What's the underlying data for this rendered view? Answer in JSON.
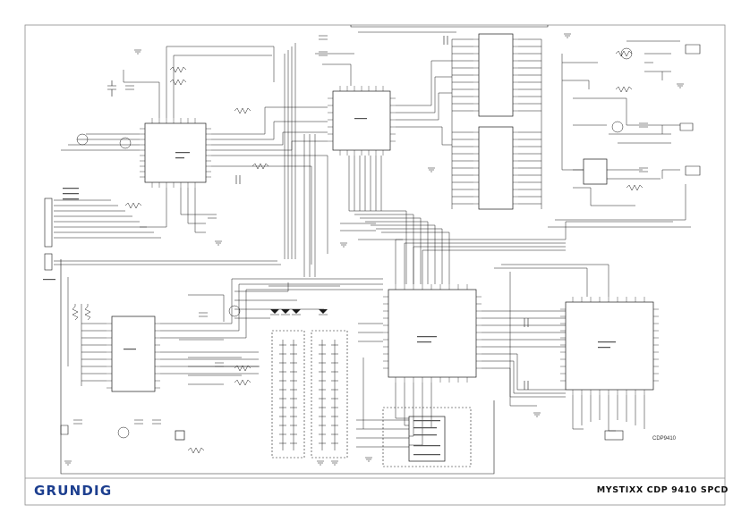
{
  "footer": {
    "brand": "GRUNDIG",
    "model": "MYSTIXX CDP 9410 SPCD"
  },
  "schematic": {
    "code": "CDP9410"
  },
  "colors": {
    "brand": "#1d3f8f",
    "ink": "#1a1a1a",
    "frame": "#8a8a8a"
  }
}
